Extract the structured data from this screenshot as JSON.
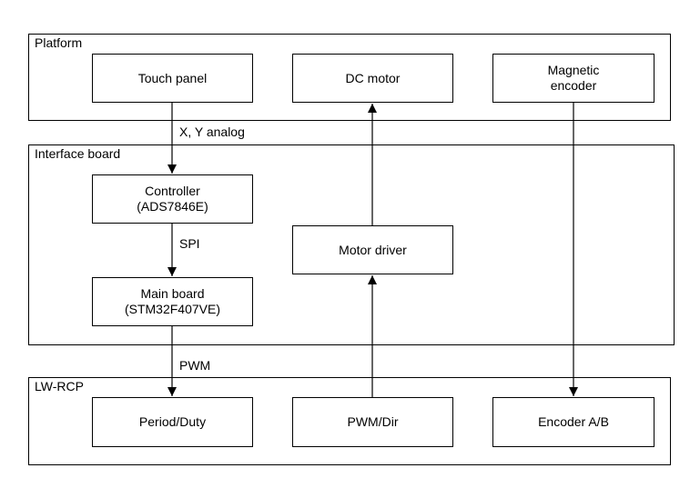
{
  "groups": {
    "platform": "Platform",
    "interface": "Interface board",
    "lwrcp": "LW-RCP"
  },
  "nodes": {
    "touch_panel": [
      "Touch panel"
    ],
    "dc_motor": [
      "DC motor"
    ],
    "magnetic_encoder": [
      "Magnetic",
      "encoder"
    ],
    "controller": [
      "Controller",
      "(ADS7846E)"
    ],
    "motor_driver": [
      "Motor driver"
    ],
    "main_board": [
      "Main board",
      "(STM32F407VE)"
    ],
    "period_duty": [
      "Period/Duty"
    ],
    "pwm_dir": [
      "PWM/Dir"
    ],
    "encoder_ab": [
      "Encoder A/B"
    ]
  },
  "edges": {
    "xy_analog": "X, Y analog",
    "spi": "SPI",
    "pwm": "PWM"
  }
}
